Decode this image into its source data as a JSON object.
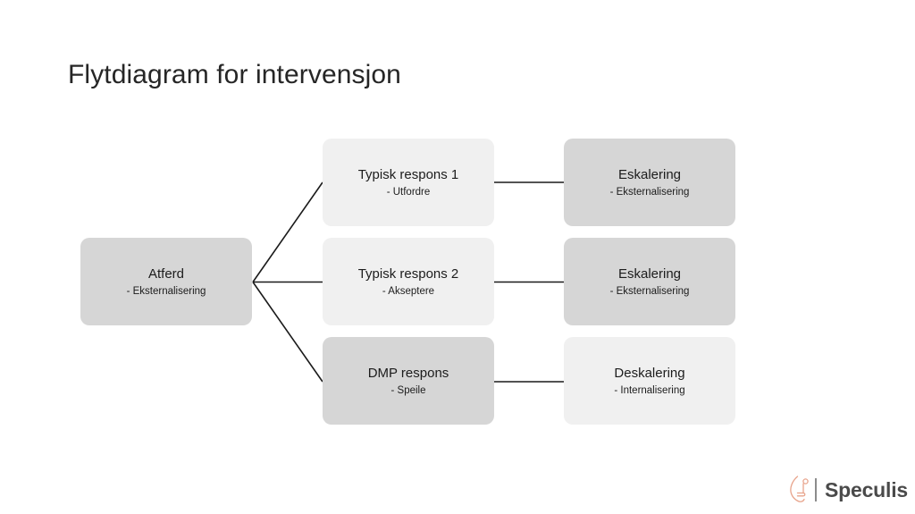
{
  "slide": {
    "title": "Flytdiagram for intervensjon",
    "background_color": "#FFFFFF"
  },
  "palette": {
    "box_dark": "#D6D6D6",
    "box_light": "#F0F0F0",
    "connector": "#1A1A1A",
    "title_text": "#262626",
    "node_text": "#1C1C1C",
    "logo_mark": "#E8A48C",
    "logo_text": "#4A4A4A",
    "logo_divider": "#8C8C8C"
  },
  "diagram": {
    "type": "flowchart",
    "columns": 3,
    "nodes": [
      {
        "id": "atferd",
        "column": 1,
        "row": 2,
        "title": "Atferd",
        "subtitle": "- Eksternalisering",
        "fill": "#D6D6D6"
      },
      {
        "id": "respons1",
        "column": 2,
        "row": 1,
        "title": "Typisk respons 1",
        "subtitle": "- Utfordre",
        "fill": "#F0F0F0"
      },
      {
        "id": "respons2",
        "column": 2,
        "row": 2,
        "title": "Typisk respons 2",
        "subtitle": "- Akseptere",
        "fill": "#F0F0F0"
      },
      {
        "id": "dmp",
        "column": 2,
        "row": 3,
        "title": "DMP respons",
        "subtitle": "- Speile",
        "fill": "#D6D6D6"
      },
      {
        "id": "eskalering1",
        "column": 3,
        "row": 1,
        "title": "Eskalering",
        "subtitle": "- Eksternalisering",
        "fill": "#D6D6D6"
      },
      {
        "id": "eskalering2",
        "column": 3,
        "row": 2,
        "title": "Eskalering",
        "subtitle": "- Eksternalisering",
        "fill": "#D6D6D6"
      },
      {
        "id": "deskalering",
        "column": 3,
        "row": 3,
        "title": "Deskalering",
        "subtitle": "- Internalisering",
        "fill": "#F0F0F0"
      }
    ],
    "edges": [
      {
        "from": "atferd",
        "to": "respons1",
        "style": "diagonal"
      },
      {
        "from": "atferd",
        "to": "respons2",
        "style": "straight"
      },
      {
        "from": "atferd",
        "to": "dmp",
        "style": "diagonal"
      },
      {
        "from": "respons1",
        "to": "eskalering1",
        "style": "straight"
      },
      {
        "from": "respons2",
        "to": "eskalering2",
        "style": "straight"
      },
      {
        "from": "dmp",
        "to": "deskalering",
        "style": "straight"
      }
    ]
  },
  "logo": {
    "name": "Speculis",
    "mark": "face-profile-icon"
  }
}
